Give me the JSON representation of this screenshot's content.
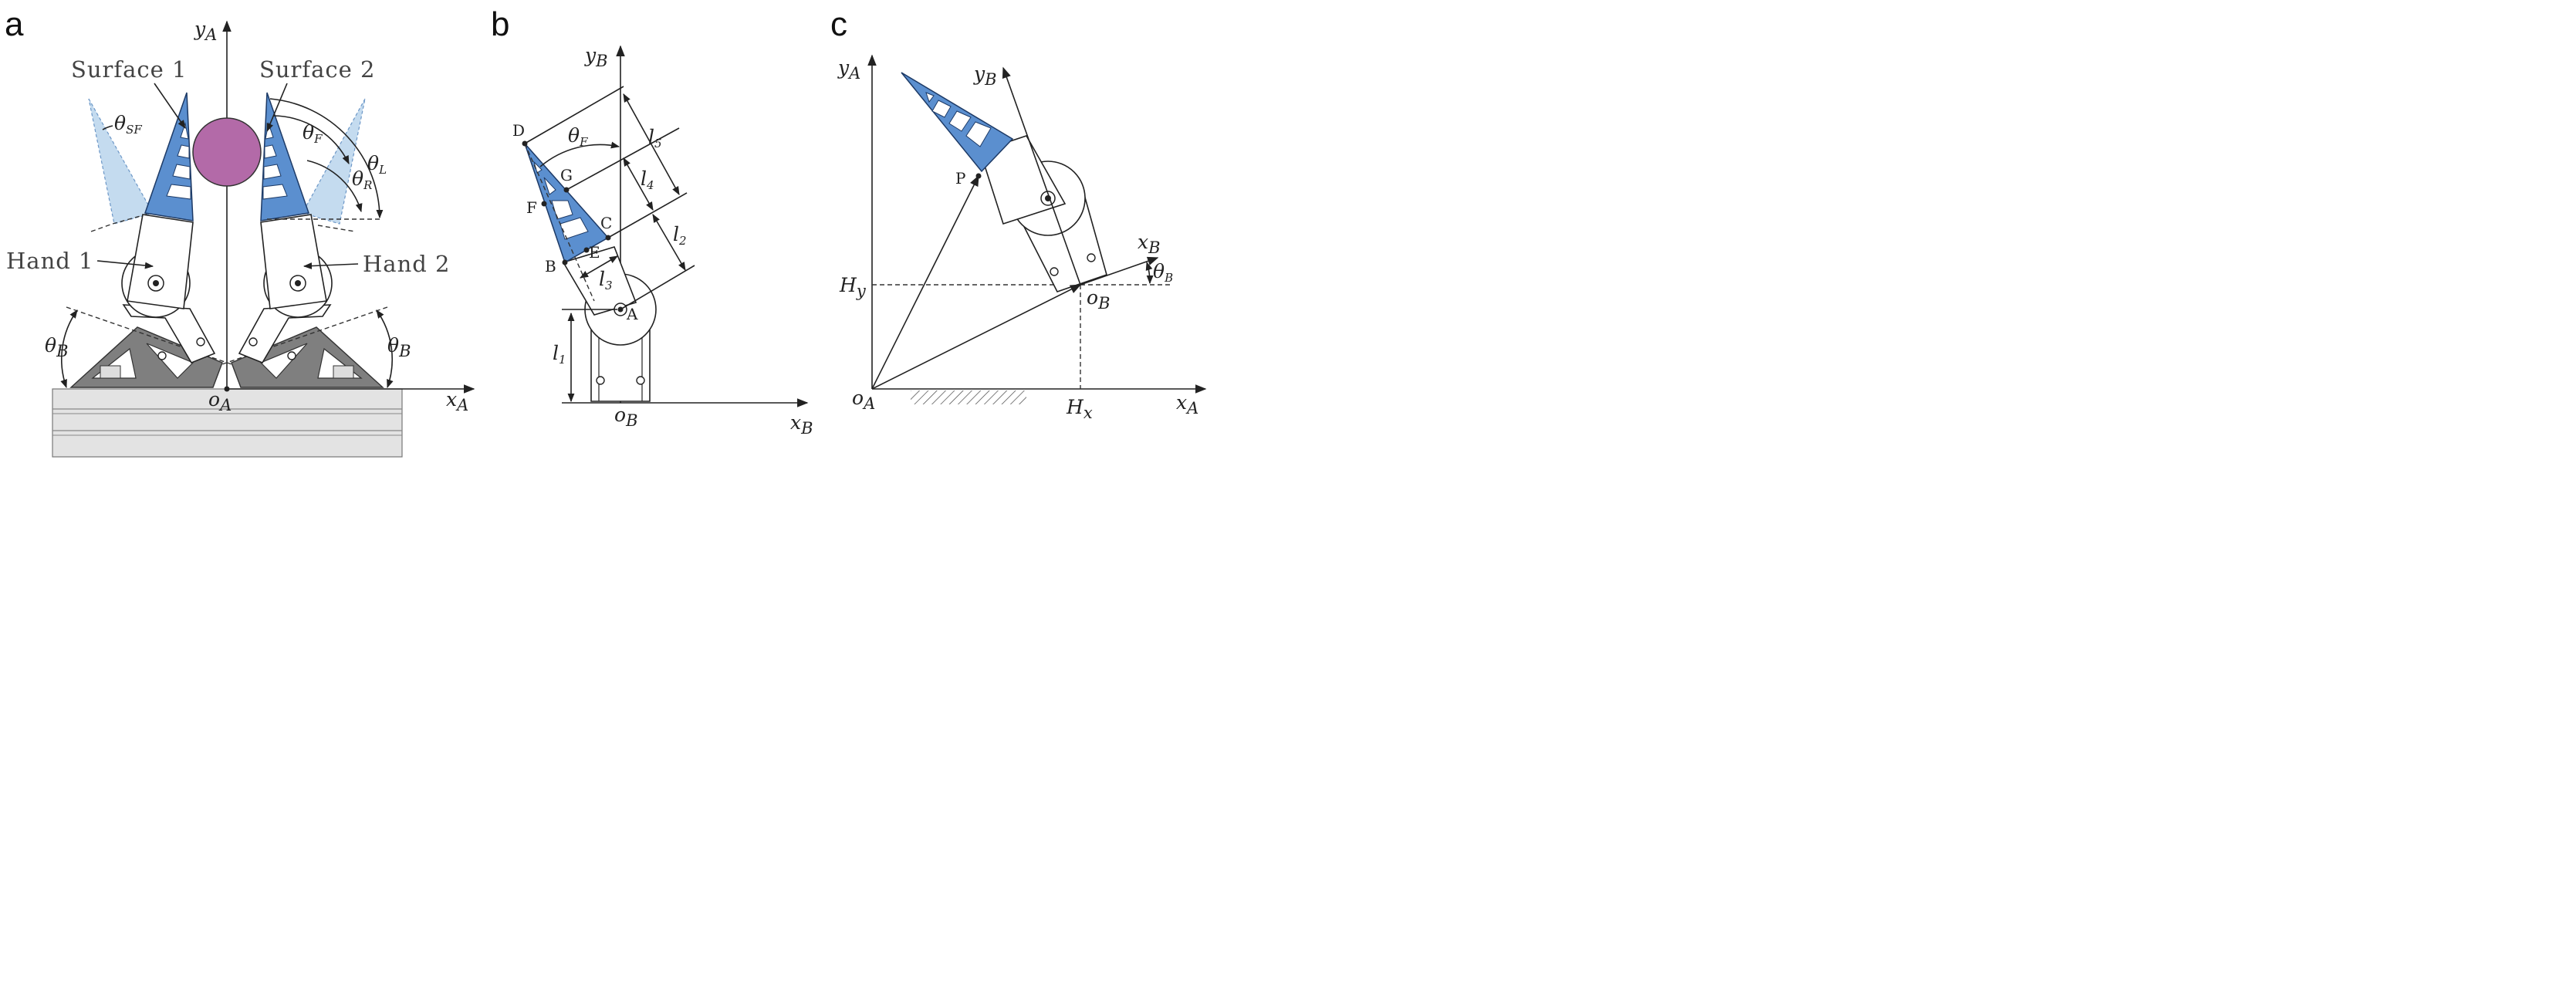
{
  "panels": {
    "a": {
      "letter": "a",
      "surface1": "Surface 1",
      "surface2": "Surface 2",
      "hand1": "Hand 1",
      "hand2": "Hand 2",
      "y_axis": "y",
      "y_sub": "A",
      "x_axis": "x",
      "x_sub": "A",
      "origin": "o",
      "origin_sub": "A",
      "theta_sf": "θ",
      "theta_sf_sub": "SF",
      "theta_f": "θ",
      "theta_f_sub": "F",
      "theta_l": "θ",
      "theta_l_sub": "L",
      "theta_r": "θ",
      "theta_r_sub": "R",
      "theta_b_left": "θ",
      "theta_b_left_sub": "B",
      "theta_b_right": "θ",
      "theta_b_right_sub": "B"
    },
    "b": {
      "letter": "b",
      "y_axis": "y",
      "y_sub": "B",
      "x_axis": "x",
      "x_sub": "B",
      "origin": "o",
      "origin_sub": "B",
      "theta_f": "θ",
      "theta_f_sub": "F",
      "points": {
        "A": "A",
        "B": "B",
        "C": "C",
        "D": "D",
        "E": "E",
        "F": "F",
        "G": "G"
      },
      "l1": "l",
      "l1_sub": "1",
      "l2": "l",
      "l2_sub": "2",
      "l3": "l",
      "l3_sub": "3",
      "l4": "l",
      "l4_sub": "4",
      "l5": "l",
      "l5_sub": "5"
    },
    "c": {
      "letter": "c",
      "ya": "y",
      "ya_sub": "A",
      "yb": "y",
      "yb_sub": "B",
      "xa": "x",
      "xa_sub": "A",
      "xb": "x",
      "xb_sub": "B",
      "oa": "o",
      "oa_sub": "A",
      "ob": "o",
      "ob_sub": "B",
      "hx": "H",
      "hx_sub": "x",
      "hy": "H",
      "hy_sub": "y",
      "p": "P",
      "theta_b": "θ",
      "theta_b_sub": "B"
    }
  },
  "colors": {
    "finger_blue": "#5b8fcf",
    "finger_light_blue": "#c4dbef",
    "object_purple": "#b36aa8",
    "base_gray": "#7f7f7f"
  }
}
